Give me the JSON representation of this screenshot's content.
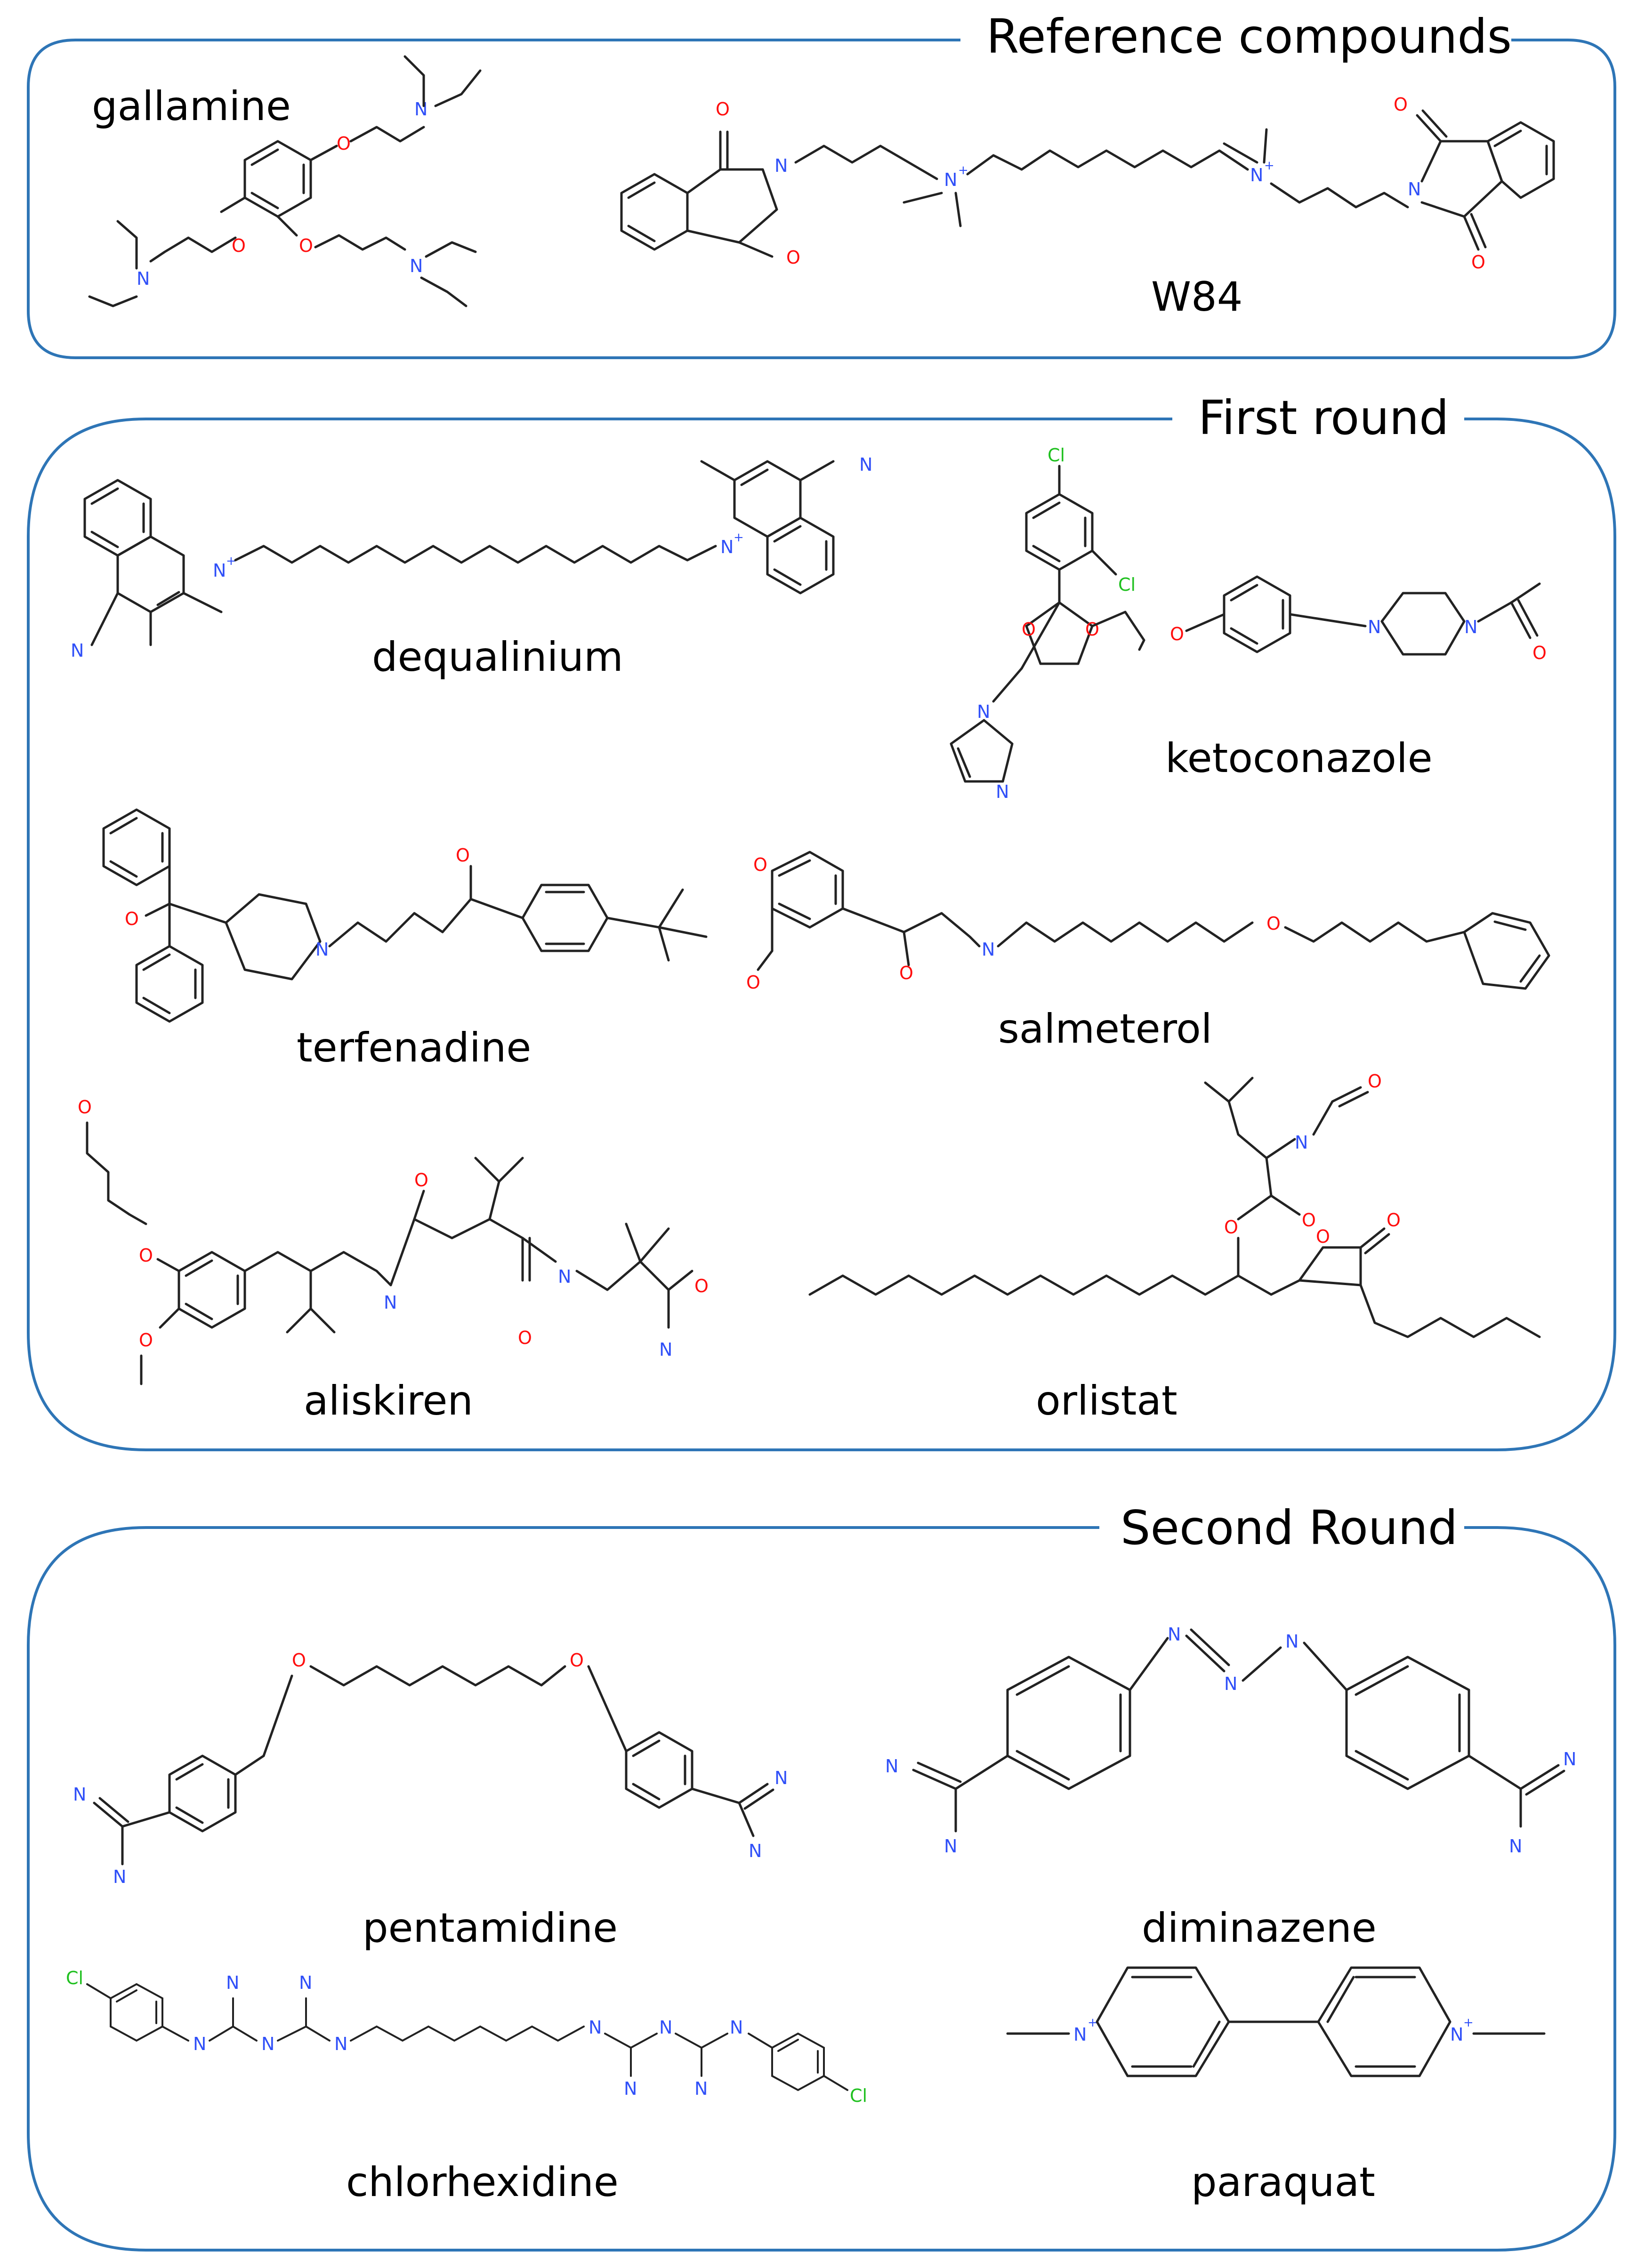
{
  "colors": {
    "frame": "#2e75b6",
    "bond": "#222222",
    "nitrogen": "#3050f8",
    "oxygen": "#ff0d0d",
    "chlorine": "#1fc01f",
    "text": "#000000"
  },
  "atom_symbols": {
    "n": "N",
    "n_plus": "N",
    "plus": "+",
    "o": "O",
    "cl": "Cl"
  },
  "panels": [
    {
      "title": "Reference compounds",
      "compounds": [
        "gallamine",
        "W84"
      ]
    },
    {
      "title": "First round",
      "compounds": [
        "dequalinium",
        "ketoconazole",
        "terfenadine",
        "salmeterol",
        "aliskiren",
        "orlistat"
      ]
    },
    {
      "title": "Second Round",
      "compounds": [
        "pentamidine",
        "diminazene",
        "chlorhexidine",
        "paraquat"
      ]
    }
  ]
}
